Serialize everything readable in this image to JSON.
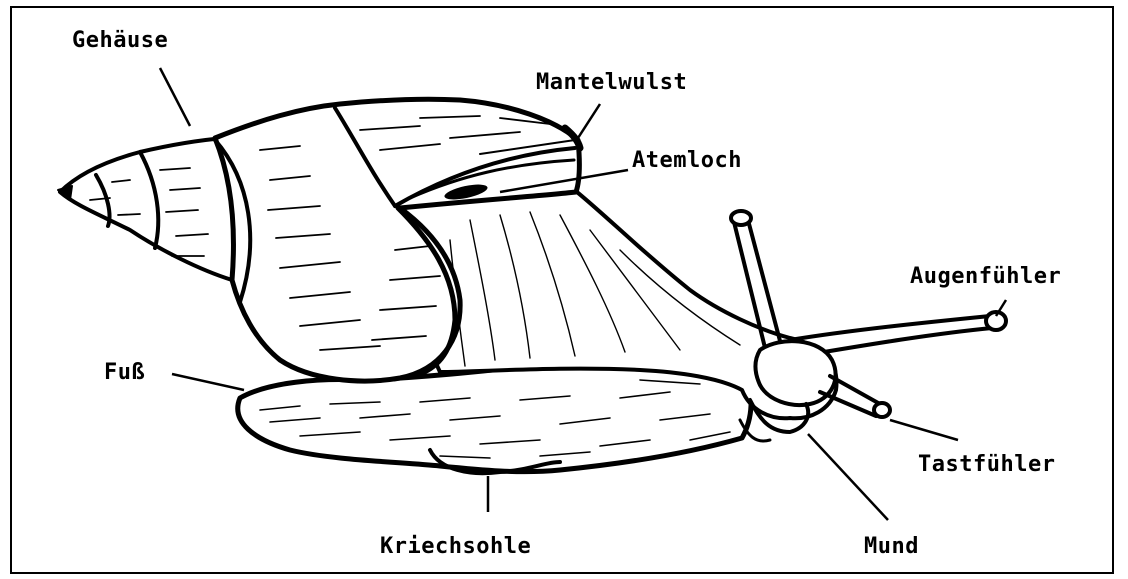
{
  "labels": {
    "gehaeuse": "Gehäuse",
    "mantelwulst": "Mantelwulst",
    "atemloch": "Atemloch",
    "augenfuehler": "Augenfühler",
    "fuss": "Fuß",
    "tastfuehler": "Tastfühler",
    "kriechsohle": "Kriechsohle",
    "mund": "Mund"
  }
}
